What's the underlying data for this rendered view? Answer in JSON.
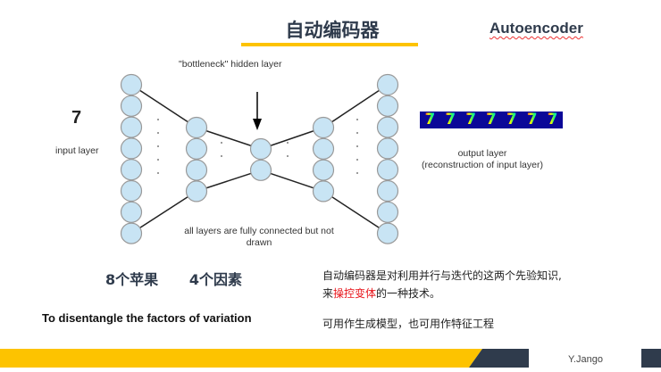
{
  "header": {
    "title": "自动编码器",
    "title_en": "Autoencoder"
  },
  "diagram": {
    "bottleneck_label": "\"bottleneck\" hidden layer",
    "input_digit": "7",
    "input_label": "input layer",
    "output_label_line1": "output layer",
    "output_label_line2": "(reconstruction of input layer)",
    "note_line1": "all layers are fully connected but not",
    "note_line2": "drawn",
    "output_digits": [
      "7",
      "7",
      "7",
      "7",
      "7",
      "7",
      "7"
    ]
  },
  "body": {
    "apples": "8个苹果   4个因素",
    "disentangle": "To disentangle the factors of variation",
    "desc_line1": "自动编码器是对利用并行与迭代的这两个先验知识,",
    "desc_line2_pre": "来",
    "desc_line2_highlight": "操控变体",
    "desc_line2_post": "的一种技术。",
    "usage": "可用作生成模型，也可用作特征工程"
  },
  "footer": {
    "author": "Y.Jango"
  },
  "colors": {
    "accent": "#fdc300",
    "dark": "#2f3b4c",
    "node": "#c8e4f4",
    "highlight": "#e8141a"
  }
}
